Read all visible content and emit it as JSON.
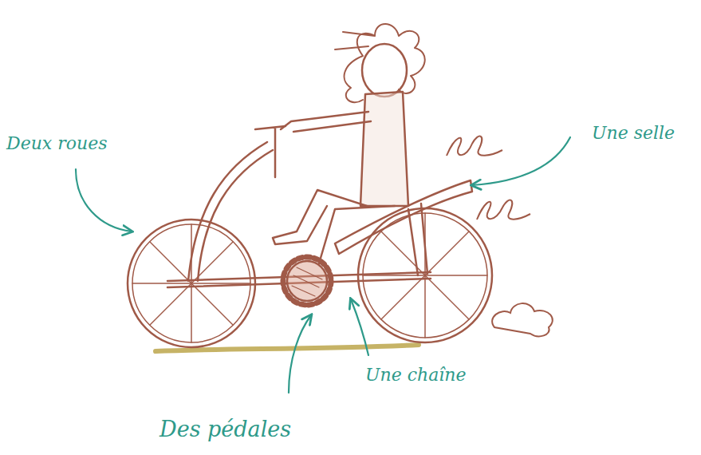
{
  "diagram": {
    "labels": [
      "Deux roues",
      "Une selle",
      "Une chaîne",
      "Des pédales"
    ]
  }
}
